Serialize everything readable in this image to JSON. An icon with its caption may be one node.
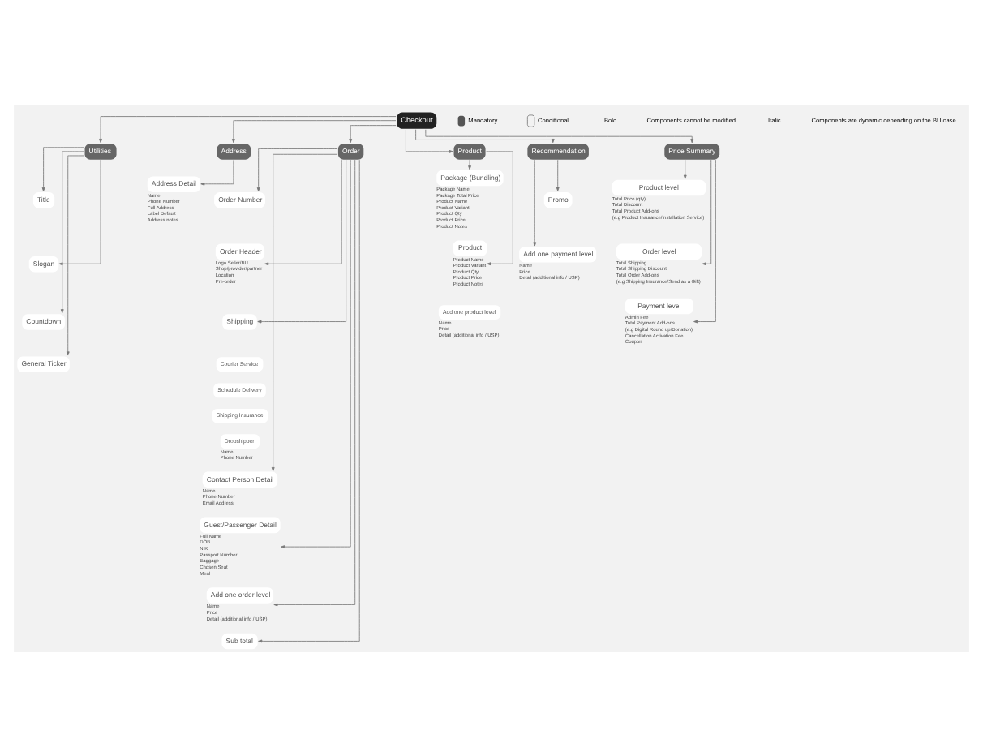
{
  "diagram": {
    "nodes": [
      {
        "text": [
          "Checkout"
        ]
      },
      {
        "text": [
          "Utilities"
        ]
      },
      {
        "text": [
          "Title"
        ]
      },
      {
        "text": [
          "Slogan"
        ]
      },
      {
        "text": [
          "Countdown"
        ]
      },
      {
        "text": [
          "General Ticker"
        ]
      },
      {
        "text": [
          "Address"
        ]
      },
      {
        "text": [
          "Address Detail"
        ],
        "beside": [
          "Name",
          "Phone Number",
          "Full Address",
          "Label Default",
          "Address notes"
        ]
      },
      {
        "text": [
          "Order"
        ]
      },
      {
        "text": [
          "Order Number"
        ]
      },
      {
        "text": [
          "Order Header"
        ],
        "beside": [
          "Logo Seller/BU",
          "Shop/provider/partner",
          "Location",
          "Pre-order"
        ]
      },
      {
        "text": [
          "Shipping"
        ]
      },
      {
        "text": [
          "Courier Service"
        ]
      },
      {
        "text": [
          "Schedule Delivery"
        ]
      },
      {
        "text": [
          "Shipping Insurance"
        ]
      },
      {
        "text": [
          "Dropshipper"
        ],
        "beside": [
          "Name",
          "Phone Number"
        ]
      },
      {
        "text": [
          "Contact Person Detail"
        ],
        "beside": [
          "Name",
          "Phone Number",
          "Email Address"
        ]
      },
      {
        "text": [
          "Guest/Passenger Detail"
        ],
        "beside": [
          "Full Name",
          "DOB",
          "NIK",
          "Passport Number",
          "Baggage",
          "Chosen Seat",
          "Meal"
        ]
      },
      {
        "text": [
          "Add one order level"
        ],
        "beside": [
          "Name",
          "Price",
          "Detail (additional info / USP)"
        ]
      },
      {
        "text": [
          "Sub total"
        ]
      },
      {
        "text": [
          "Product"
        ]
      },
      {
        "text": [
          "Package (Bundling)"
        ],
        "beside": [
          "Package Name",
          "Package Total Price",
          "Product Name",
          "Product Variant",
          "Product Qty",
          "Product Price",
          "Product Notes"
        ]
      },
      {
        "text": [
          "Product"
        ],
        "beside": [
          "Product Name",
          "Product Variant",
          "Product Qty",
          "Product Price",
          "Product Notes"
        ]
      },
      {
        "text": [
          "Add one product level"
        ],
        "beside": [
          "Name",
          "Price",
          "Detail (additional info / USP)"
        ]
      },
      {
        "text": [
          "Recommendation"
        ]
      },
      {
        "text": [
          "Promo"
        ]
      },
      {
        "text": [
          "Add one payment level"
        ],
        "beside": [
          "Name",
          "Price",
          "Detail (additional info / USP)"
        ]
      },
      {
        "text": [
          "Price Summary"
        ]
      },
      {
        "text": [
          "Product level"
        ],
        "beside": [
          "Total Price (qty)",
          "Total Discount",
          "Total Product Add-ons",
          "(e.g Product Insurance/Installation Service)"
        ]
      },
      {
        "text": [
          "Order level"
        ],
        "beside": [
          "Total Shipping",
          "Total Shipping Discount",
          "Total Order Add-ons",
          "(e.g Shipping Insurance/Send as a Gift)"
        ]
      },
      {
        "text": [
          "Payment level"
        ],
        "beside": [
          "Admin Fee",
          "Total Payment Add-ons",
          "(e.g Digital Round up/Donation)",
          "Cancellation Activation Fee",
          "Coupon"
        ]
      }
    ],
    "edges": [
      {
        "from": 0,
        "to": 1,
        "arrow": "to"
      },
      {
        "from": 0,
        "to": 6,
        "arrow": "to"
      },
      {
        "from": 0,
        "to": 8,
        "arrow": "to"
      },
      {
        "from": 0,
        "to": 20,
        "arrow": "to"
      },
      {
        "from": 0,
        "to": 24,
        "arrow": "to"
      },
      {
        "from": 0,
        "to": 27,
        "arrow": "to"
      },
      {
        "from": 1,
        "to": 2,
        "arrow": "to"
      },
      {
        "from": 1,
        "to": 3,
        "arrow": "to"
      },
      {
        "from": 1,
        "to": 4,
        "arrow": "to"
      },
      {
        "from": 1,
        "to": 5,
        "arrow": "to"
      },
      {
        "from": 6,
        "to": 7,
        "arrow": "to"
      },
      {
        "from": 8,
        "to": 9,
        "arrow": "to"
      },
      {
        "from": 8,
        "to": 10,
        "arrow": "to"
      },
      {
        "from": 8,
        "to": 11,
        "arrow": "to"
      },
      {
        "from": 8,
        "to": 16,
        "arrow": "to"
      },
      {
        "from": 8,
        "to": 17,
        "arrow": "to"
      },
      {
        "from": 8,
        "to": 18,
        "arrow": "to"
      },
      {
        "from": 8,
        "to": 19,
        "arrow": "to"
      },
      {
        "from": 20,
        "to": 21,
        "arrow": "to"
      },
      {
        "from": 20,
        "to": 22,
        "arrow": "to"
      },
      {
        "from": 24,
        "to": 25,
        "arrow": "to"
      },
      {
        "from": 24,
        "to": 26,
        "arrow": "to"
      },
      {
        "from": 27,
        "to": 28,
        "arrow": "to"
      },
      {
        "from": 27,
        "to": 29,
        "arrow": "to"
      },
      {
        "from": 27,
        "to": 30,
        "arrow": "to"
      }
    ],
    "labels": [
      "Bold",
      "Components cannot be modified",
      "Italic",
      "Components are dynamic depending on the BU case"
    ],
    "legend": [
      {
        "text": "Mandatory"
      },
      {
        "text": "Conditional"
      }
    ]
  }
}
